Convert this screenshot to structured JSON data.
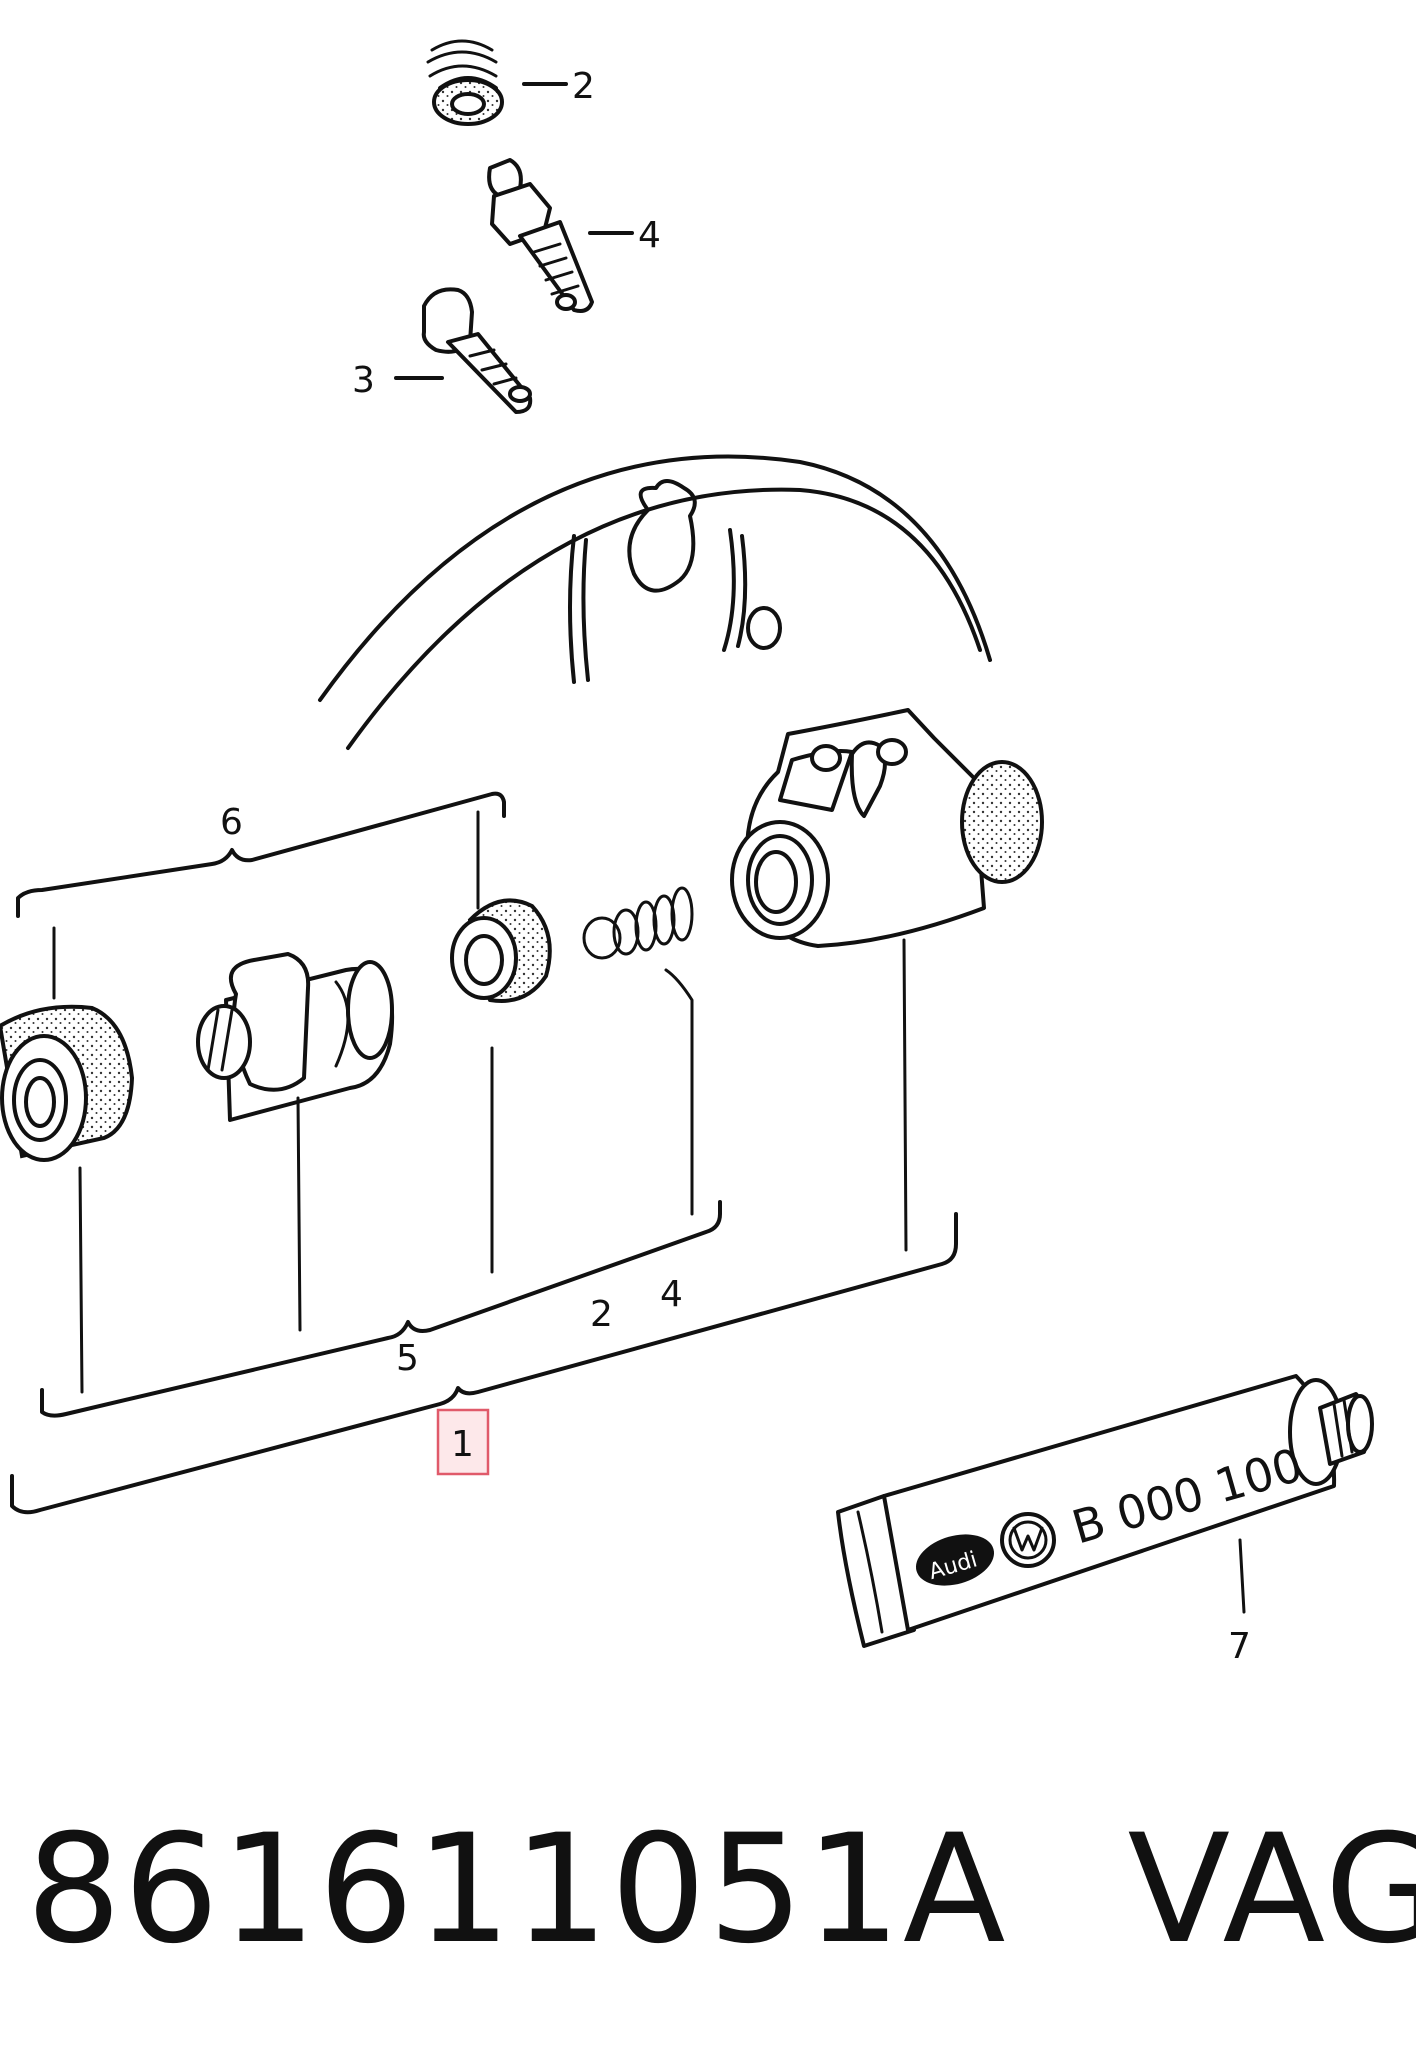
{
  "callouts": {
    "c2_top": "2",
    "c4_top": "4",
    "c3": "3",
    "c6": "6",
    "c5": "5",
    "c2_mid": "2",
    "c4_mid": "4",
    "c1": "1",
    "c7": "7"
  },
  "tube": {
    "brand_left": "Audi",
    "part_text": "B 000 100"
  },
  "footer": {
    "part_number": "861611051A",
    "brand": "VAG"
  },
  "colors": {
    "line": "#111111",
    "highlight": "#e05a6a",
    "highlight_fill": "#fde8ea"
  }
}
